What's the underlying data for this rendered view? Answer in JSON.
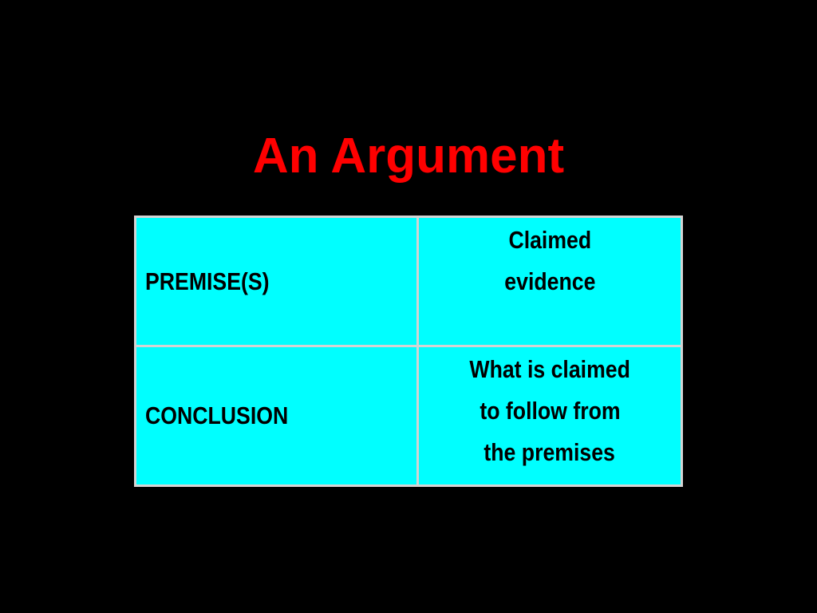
{
  "slide": {
    "title": "An Argument",
    "colors": {
      "background": "#000000",
      "title": "#ff0000",
      "cell": "#00ffff",
      "border": "#d4d4d4",
      "text": "#000000"
    },
    "rows": [
      {
        "label": "PREMISE(S)",
        "description_lines": [
          "Claimed",
          "evidence"
        ]
      },
      {
        "label": "CONCLUSION",
        "description_lines": [
          "What is claimed",
          "to follow from",
          "the premises"
        ]
      }
    ]
  }
}
